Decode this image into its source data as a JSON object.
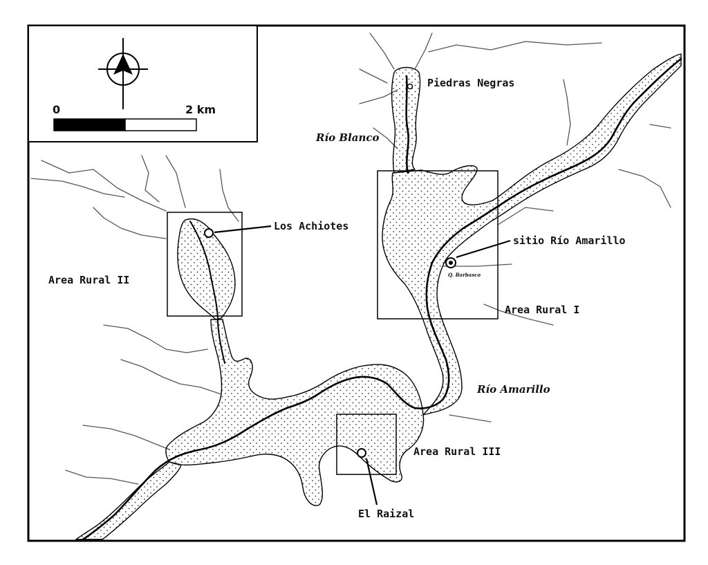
{
  "scale_bar": {
    "start_label": "0",
    "end_label": "2 km"
  },
  "compass": {
    "icon": "north-arrow-icon"
  },
  "places": {
    "piedras_negras": "Piedras Negras",
    "los_achiotes": "Los Achiotes",
    "sitio_rio_amarillo": "sitio Río Amarillo",
    "q_barbasco": "Q. Barbasco",
    "el_raizal": "El Raizal"
  },
  "rivers": {
    "rio_blanco": "Río Blanco",
    "rio_amarillo": "Río Amarillo"
  },
  "areas": {
    "rural_1": "Area Rural I",
    "rural_2": "Area Rural II",
    "rural_3": "Area Rural III"
  }
}
